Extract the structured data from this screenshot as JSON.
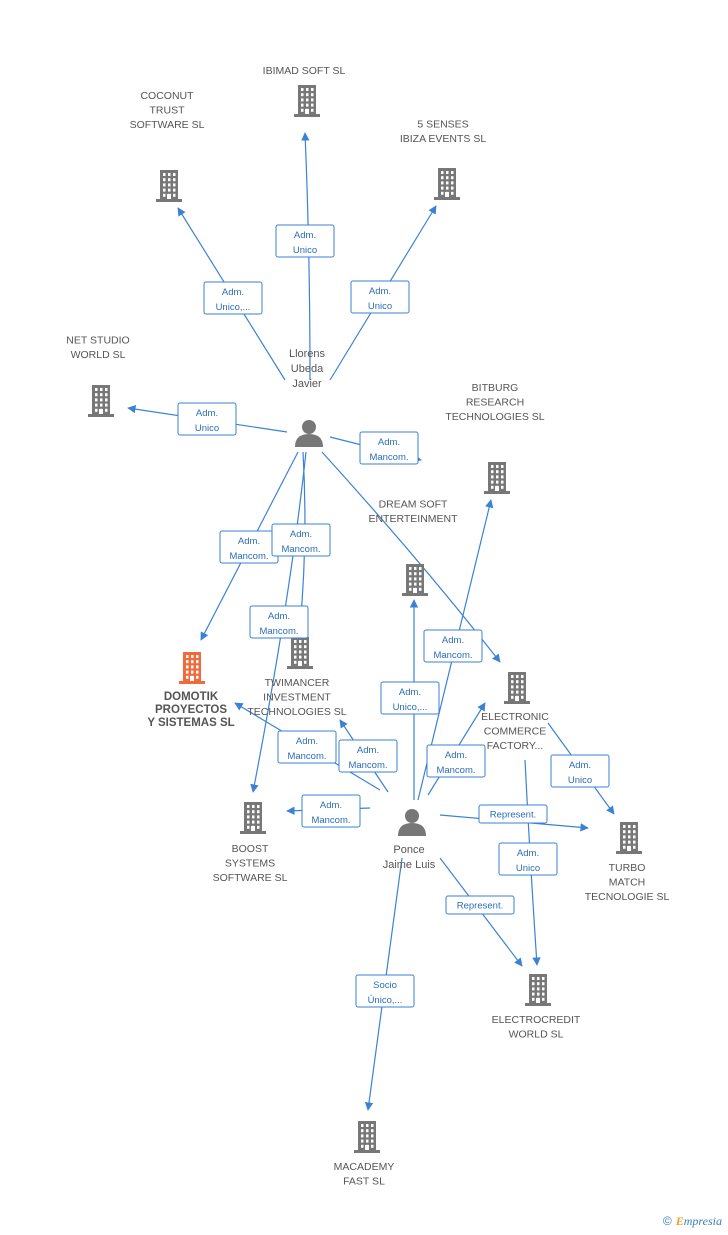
{
  "colors": {
    "edge": "#3b82d6",
    "building": "#777777",
    "main_building": "#f06a3c"
  },
  "persons": [
    {
      "id": "llorens",
      "label": [
        "Llorens",
        "Ubeda",
        "Javier"
      ]
    },
    {
      "id": "ponce",
      "label": [
        "Ponce",
        "Jaime Luis"
      ]
    }
  ],
  "companies": [
    {
      "id": "ibimad",
      "label": [
        "IBIMAD SOFT  SL"
      ]
    },
    {
      "id": "coconut",
      "label": [
        "COCONUT",
        "TRUST",
        "SOFTWARE  SL"
      ]
    },
    {
      "id": "fivesenses",
      "label": [
        "5 SENSES",
        "IBIZA EVENTS SL"
      ]
    },
    {
      "id": "netstudio",
      "label": [
        "NET STUDIO",
        "WORLD SL"
      ]
    },
    {
      "id": "bitburg",
      "label": [
        "BITBURG",
        "RESEARCH",
        "TECHNOLOGIES SL"
      ]
    },
    {
      "id": "dreamsoft",
      "label": [
        "DREAM SOFT",
        "ENTERTEINMENT"
      ]
    },
    {
      "id": "domotik",
      "label": [
        "DOMOTIK",
        "PROYECTOS",
        "Y SISTEMAS SL"
      ],
      "main": true
    },
    {
      "id": "twimancer",
      "label": [
        "TWIMANCER",
        "INVESTMENT",
        "TECHNOLOGIES SL"
      ]
    },
    {
      "id": "electronic",
      "label": [
        "ELECTRONIC",
        "COMMERCE",
        "FACTORY..."
      ]
    },
    {
      "id": "boost",
      "label": [
        "BOOST",
        "SYSTEMS",
        "SOFTWARE SL"
      ]
    },
    {
      "id": "turbo",
      "label": [
        "TURBO",
        "MATCH",
        "TECNOLOGIE SL"
      ]
    },
    {
      "id": "electrocredit",
      "label": [
        "ELECTROCREDIT",
        "WORLD SL"
      ]
    },
    {
      "id": "macademy",
      "label": [
        "MACADEMY",
        "FAST  SL"
      ]
    }
  ],
  "edges": [
    {
      "from": "llorens",
      "to": "ibimad",
      "label": [
        "Adm.",
        "Unico"
      ]
    },
    {
      "from": "llorens",
      "to": "coconut",
      "label": [
        "Adm.",
        "Unico,..."
      ]
    },
    {
      "from": "llorens",
      "to": "fivesenses",
      "label": [
        "Adm.",
        "Unico"
      ]
    },
    {
      "from": "llorens",
      "to": "netstudio",
      "label": [
        "Adm.",
        "Unico"
      ]
    },
    {
      "from": "llorens",
      "to": "bitburg",
      "label": [
        "Adm.",
        "Mancom."
      ]
    },
    {
      "from": "llorens",
      "to": "domotik",
      "label": [
        "Adm.",
        "Mancom."
      ]
    },
    {
      "from": "llorens",
      "to": "twimancer",
      "label": [
        "Adm.",
        "Mancom."
      ]
    },
    {
      "from": "llorens",
      "to": "boost",
      "label": [
        "Adm.",
        "Mancom."
      ]
    },
    {
      "from": "llorens",
      "to": "electronic",
      "label": [
        "Adm.",
        "Mancom."
      ]
    },
    {
      "from": "ponce",
      "to": "dreamsoft",
      "label": [
        "Adm.",
        "Unico,..."
      ]
    },
    {
      "from": "ponce",
      "to": "bitburg",
      "label": []
    },
    {
      "from": "ponce",
      "to": "domotik",
      "label": [
        "Adm.",
        "Mancom."
      ]
    },
    {
      "from": "ponce",
      "to": "twimancer",
      "label": [
        "Adm.",
        "Mancom."
      ]
    },
    {
      "from": "ponce",
      "to": "boost",
      "label": [
        "Adm.",
        "Mancom."
      ]
    },
    {
      "from": "ponce",
      "to": "electronic",
      "label": [
        "Adm.",
        "Mancom."
      ]
    },
    {
      "from": "ponce",
      "to": "turbo",
      "label": [
        "Represent."
      ]
    },
    {
      "from": "electronic",
      "to": "turbo",
      "label": [
        "Adm.",
        "Unico"
      ]
    },
    {
      "from": "ponce",
      "to": "electrocredit",
      "label": [
        "Represent."
      ]
    },
    {
      "from": "electronic",
      "to": "electrocredit",
      "label": [
        "Adm.",
        "Unico"
      ]
    },
    {
      "from": "ponce",
      "to": "macademy",
      "label": [
        "Socio",
        "Único,..."
      ]
    }
  ],
  "footer": {
    "copyright": "©",
    "brand_e": "E",
    "brand_rest": "mpresia"
  }
}
